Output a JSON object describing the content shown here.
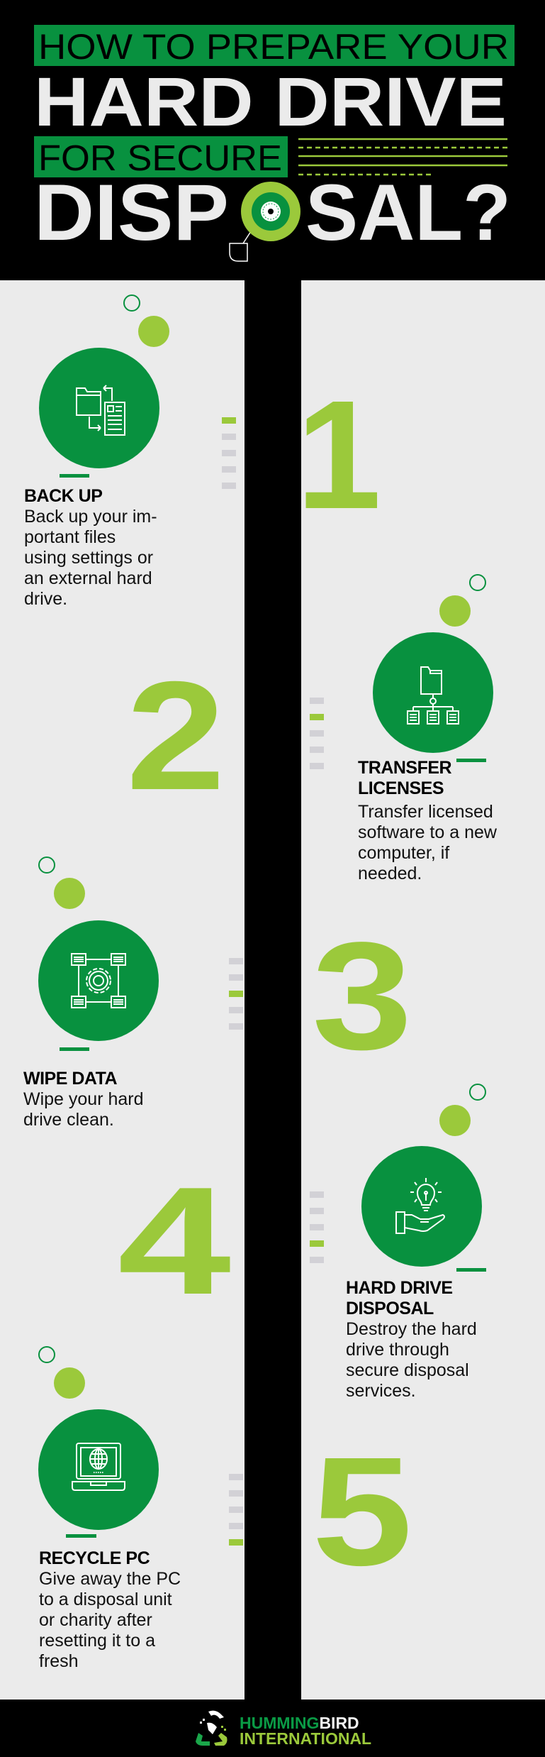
{
  "header": {
    "line1": "HOW TO PREPARE YOUR",
    "line2": "HARD DRIVE",
    "line3": "FOR SECURE",
    "line4_start": "DISP",
    "line4_end": "SAL?"
  },
  "colors": {
    "dark_green": "#08913f",
    "light_green": "#9bc93b",
    "background": "#ebebeb",
    "black": "#000000"
  },
  "steps": [
    {
      "number": "1",
      "icon": "backup-files-icon",
      "title": [
        "BACK UP"
      ],
      "body": [
        "Back up your im-",
        "portant files",
        "using settings or",
        "an external hard",
        "drive."
      ]
    },
    {
      "number": "2",
      "icon": "folder-hierarchy-icon",
      "title": [
        "TRANSFER",
        "LICENSES"
      ],
      "body": [
        "Transfer licensed",
        "software to a new",
        "computer, if",
        "needed."
      ]
    },
    {
      "number": "3",
      "icon": "gear-network-icon",
      "title": [
        "WIPE DATA"
      ],
      "body": [
        "Wipe your hard",
        "drive clean."
      ]
    },
    {
      "number": "4",
      "icon": "hand-lightbulb-icon",
      "title": [
        "HARD DRIVE",
        "DISPOSAL"
      ],
      "body": [
        "Destroy the hard",
        "drive through",
        "secure disposal",
        "services."
      ]
    },
    {
      "number": "5",
      "icon": "laptop-globe-icon",
      "title": [
        "RECYCLE PC"
      ],
      "body": [
        "Give away the PC",
        "to a disposal unit",
        "or charity after",
        "resetting it to a",
        "fresh"
      ]
    }
  ],
  "footer": {
    "brand_part1": "HUMMING",
    "brand_part2": "BIRD",
    "brand_line2": "INTERNATIONAL"
  }
}
